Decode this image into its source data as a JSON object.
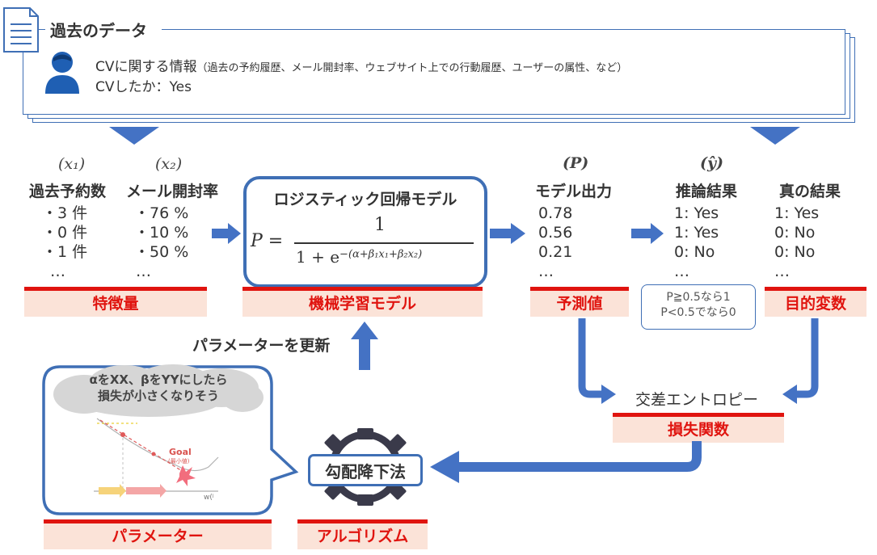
{
  "data_box": {
    "title": "過去のデータ",
    "line1_main": "CVに関する情報",
    "line1_detail": "（過去の予約履歴、メール開封率、ウェブサイト上での行動履歴、ユーザーの属性、など）",
    "line2": "CVしたか：Yes"
  },
  "features": {
    "x1_symbol": "(x₁)",
    "x2_symbol": "(x₂)",
    "col1_header": "過去予約数",
    "col1_values": [
      "・3 件",
      "・0 件",
      "・1 件",
      "…"
    ],
    "col2_header": "メール開封率",
    "col2_values": [
      "・76 %",
      "・10 %",
      "・50 %",
      "…"
    ],
    "tag": "特徴量"
  },
  "model": {
    "title": "ロジスティック回帰モデル",
    "formula_lhs": "P =",
    "formula_numerator": "1",
    "formula_denominator_base": "1 + e",
    "formula_exponent": "−(α+β₁x₁+β₂x₂)",
    "tag": "機械学習モデル"
  },
  "prediction": {
    "symbol": "(P)",
    "header": "モデル出力",
    "values": [
      "0.78",
      "0.56",
      "0.21",
      "…"
    ],
    "tag": "予測値"
  },
  "inference": {
    "symbol": "(ŷ)",
    "header": "推論結果",
    "values": [
      "1: Yes",
      "1: Yes",
      "0: No",
      "…"
    ],
    "rule_line1": "P≧0.5なら1",
    "rule_line2": "P<0.5でなら0"
  },
  "truth": {
    "header": "真の結果",
    "values": [
      "1: Yes",
      "0: No",
      "0: No",
      "…"
    ],
    "tag": "目的変数"
  },
  "loss": {
    "name": "交差エントロピー",
    "tag": "損失関数"
  },
  "algorithm": {
    "name": "勾配降下法",
    "tag": "アルゴリズム"
  },
  "update_label": "パラメーターを更新",
  "parameters": {
    "cloud_line1": "αをXX、βをYYにしたら",
    "cloud_line2": "損失が小さくなりそう",
    "goal_label": "Goal",
    "goal_sub": "(最小値)",
    "axis_label": "w(ʲ",
    "tag": "パラメーター"
  },
  "colors": {
    "accent_blue": "#3f6fb5",
    "arrow_blue": "#4472c4",
    "tag_red": "#e0140f",
    "tag_bg": "#fbe3d8"
  }
}
